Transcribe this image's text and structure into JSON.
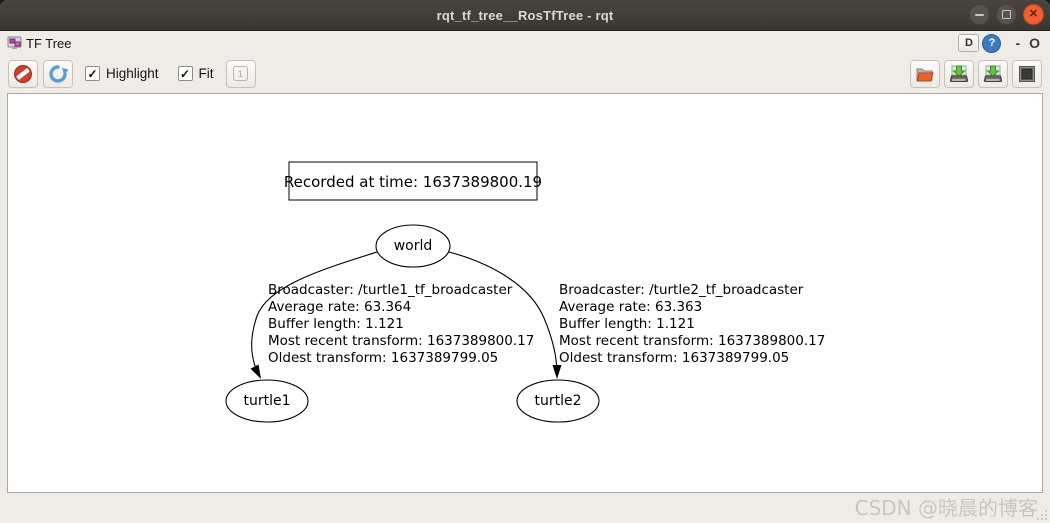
{
  "window": {
    "title": "rqt_tf_tree__RosTfTree - rqt",
    "close_glyph": "✕"
  },
  "panel": {
    "title": "TF Tree",
    "detach_label": "D",
    "help_glyph": "?",
    "minimize_glyph": "-",
    "float_glyph": "O"
  },
  "toolbar": {
    "highlight_label": "Highlight",
    "fit_label": "Fit",
    "check_glyph": "✓",
    "zoom_one_label": "1"
  },
  "graph": {
    "recorded_at": "Recorded at time: 1637389800.19",
    "root": "world",
    "edges": [
      {
        "target": "turtle1",
        "lines": [
          "Broadcaster: /turtle1_tf_broadcaster",
          "Average rate: 63.364",
          "Buffer length: 1.121",
          "Most recent transform: 1637389800.17",
          "Oldest transform: 1637389799.05"
        ]
      },
      {
        "target": "turtle2",
        "lines": [
          "Broadcaster: /turtle2_tf_broadcaster",
          "Average rate: 63.363",
          "Buffer length: 1.121",
          "Most recent transform: 1637389800.17",
          "Oldest transform: 1637389799.05"
        ]
      }
    ]
  },
  "watermark": "CSDN @晓晨的博客",
  "colors": {
    "close_button": "#ef5e2f",
    "help_blue": "#3d7bbf",
    "stop_red": "#cf3d2e",
    "refresh_blue": "#5c9bd3",
    "folder_orange": "#e8642c",
    "save_green": "#6cbf4a"
  }
}
